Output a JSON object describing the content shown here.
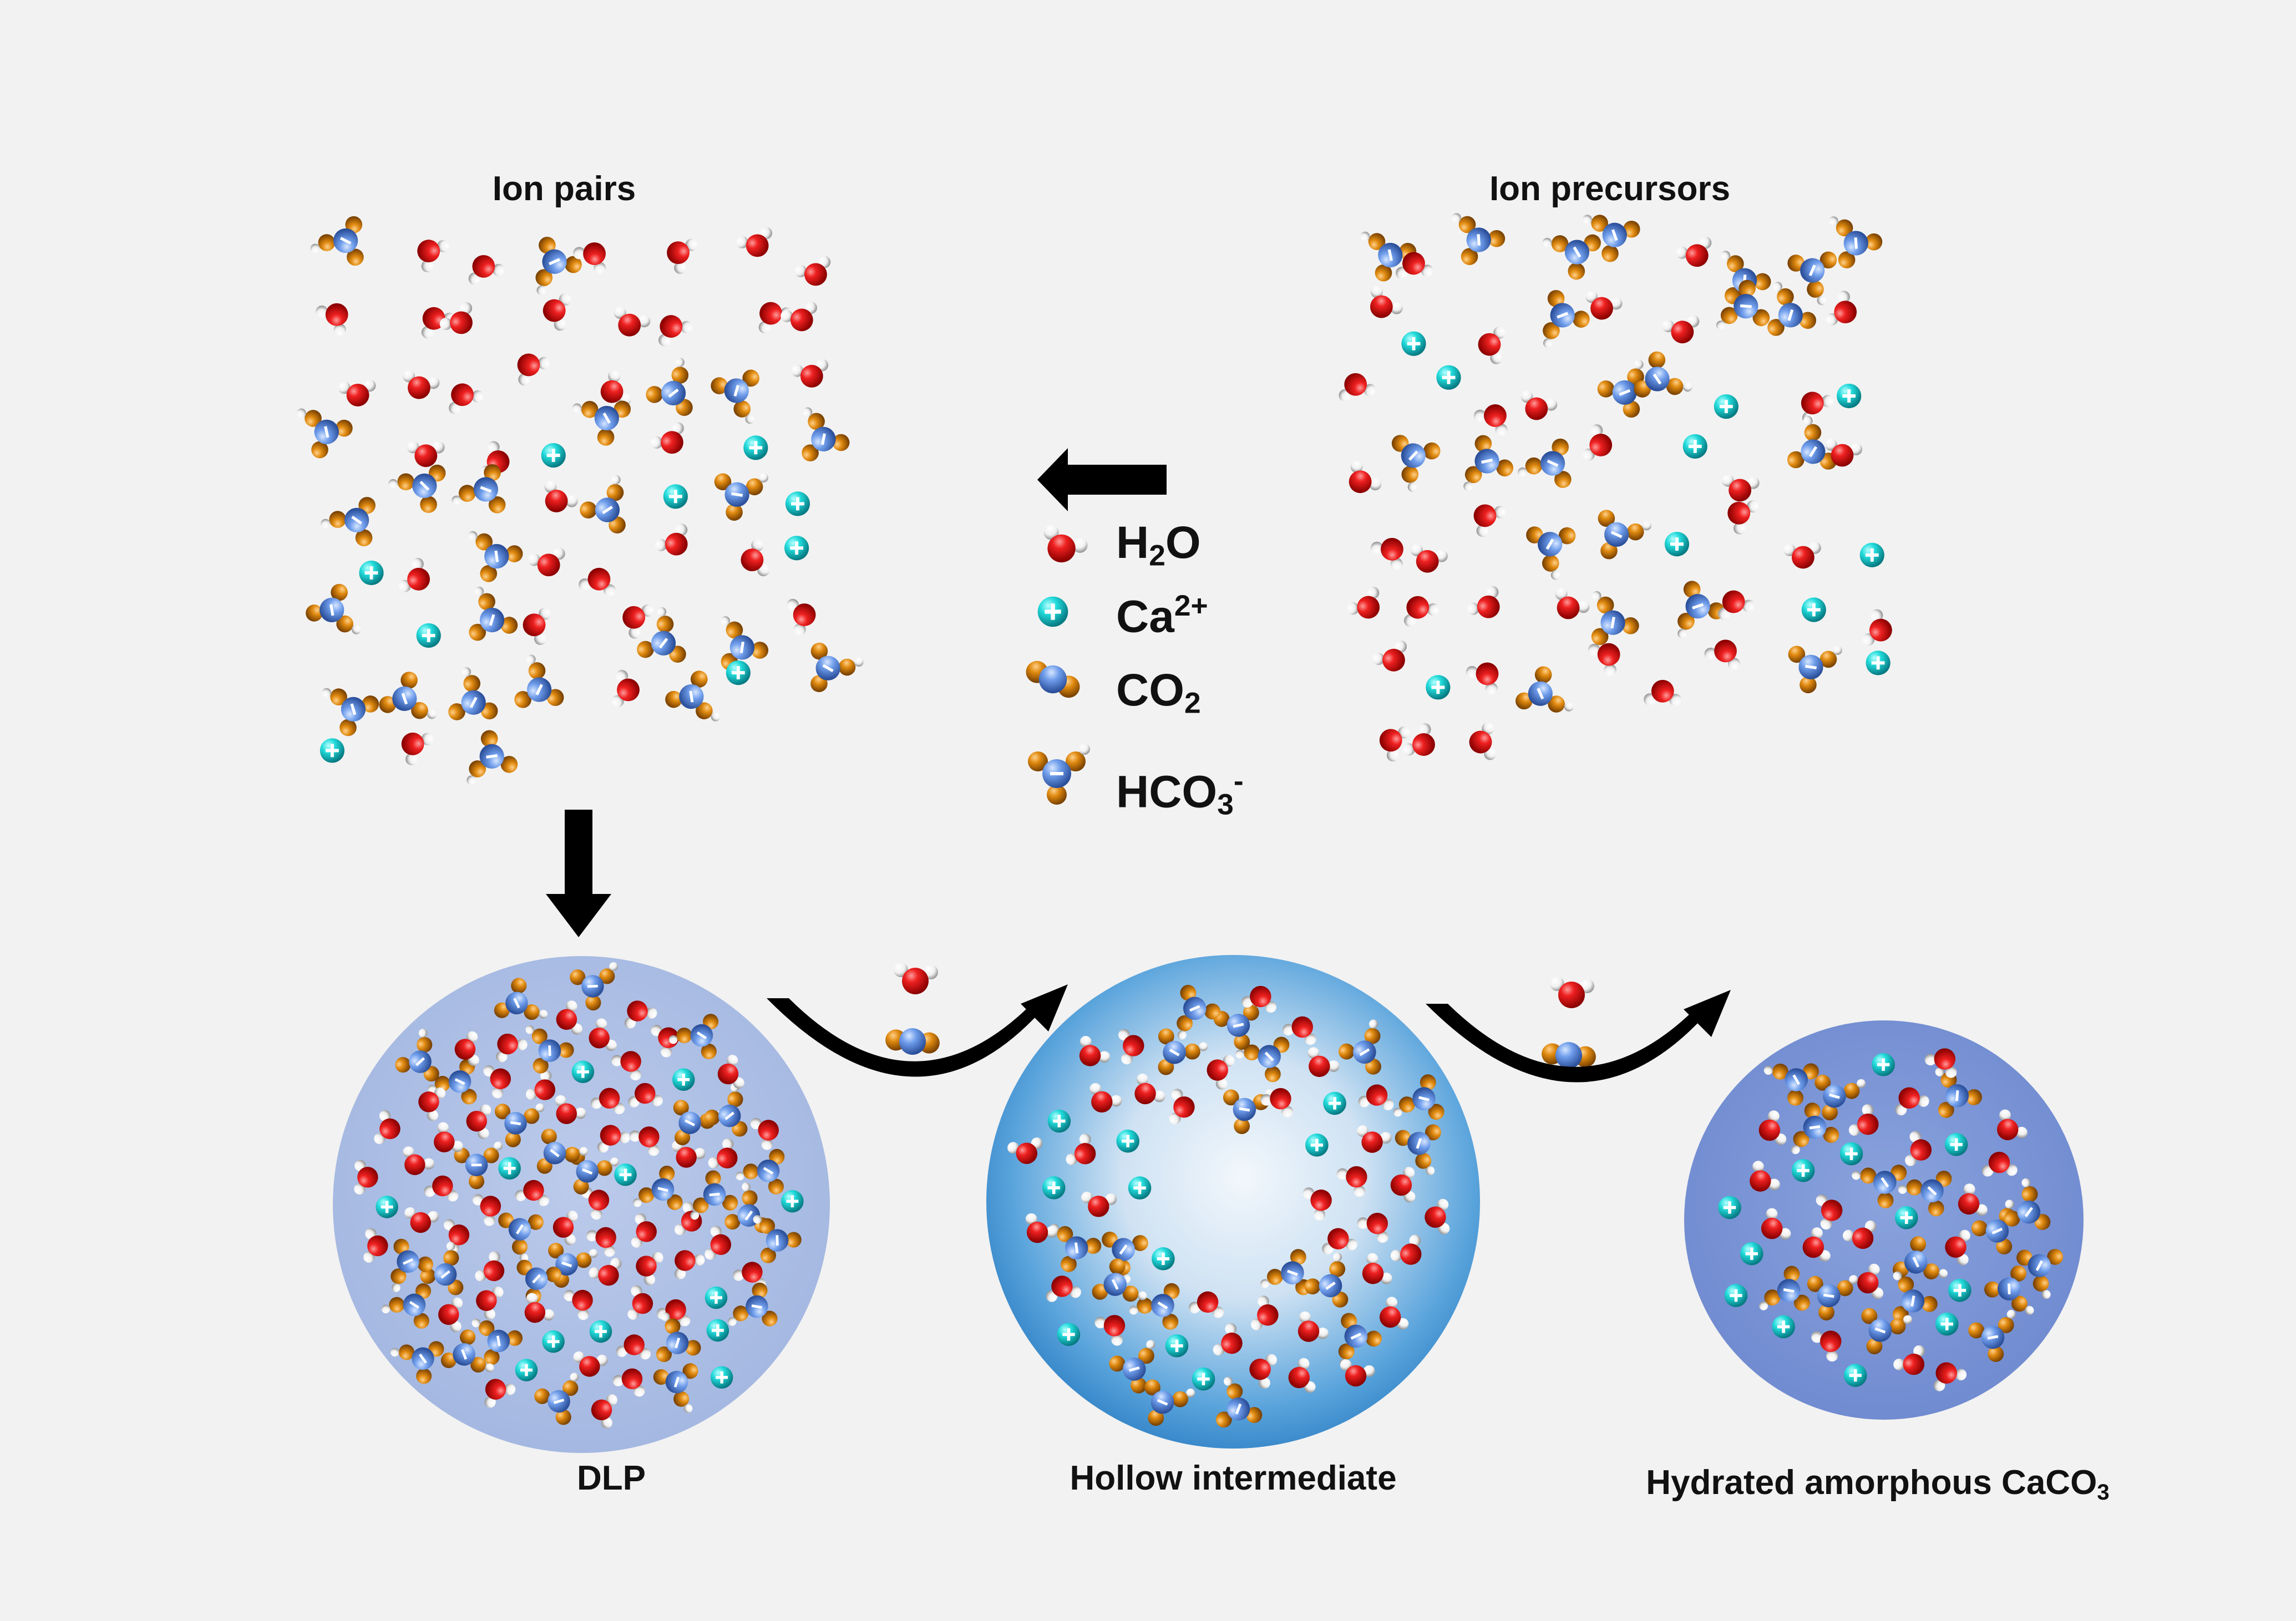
{
  "titles": {
    "ion_pairs": "Ion pairs",
    "ion_precursors": "Ion precursors",
    "dlp": "DLP",
    "hollow": "Hollow intermediate",
    "hydrated_main": "Hydrated amorphous CaCO",
    "hydrated_sub": "3"
  },
  "legend": {
    "water_main": "H",
    "water_sub": "2",
    "water_end": "O",
    "calcium_main": "Ca",
    "calcium_sup": "2+",
    "co2_main": "CO",
    "co2_sub": "2",
    "hco3_main": "HCO",
    "hco3_sub": "3",
    "hco3_sup": "-"
  },
  "colors": {
    "background": "#f2f2f2",
    "oxygen": "#e01010",
    "hydrogen": "#ffffff",
    "calcium": "#1fd6d6",
    "carbon": "#6c9bea",
    "co2_oxygen": "#d9800a",
    "dlp_fill": "#a9bde4",
    "hollow_edge": "#4a9bd8",
    "hollow_center": "#eaf2fa",
    "hydrated_fill": "#7d97d6",
    "arrow": "#000000"
  },
  "icons": [
    "water-molecule-icon",
    "calcium-ion-icon",
    "co2-molecule-icon",
    "bicarbonate-ion-icon",
    "arrow-left-icon",
    "arrow-down-icon",
    "curved-arrow-icon"
  ]
}
